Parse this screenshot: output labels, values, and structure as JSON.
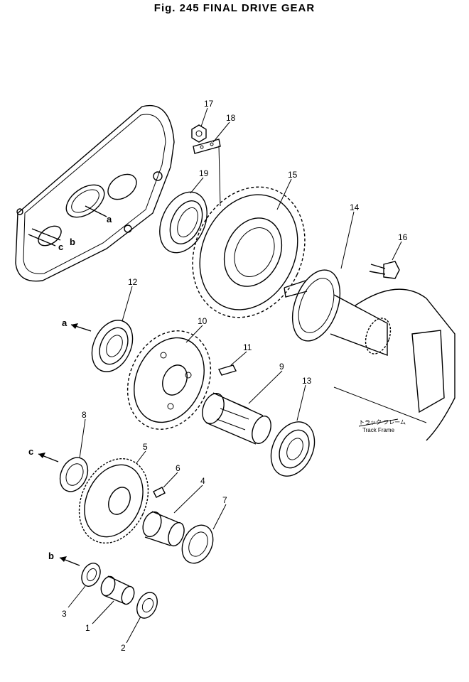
{
  "title": "Fig. 245   FINAL DRIVE GEAR",
  "part_numbers": [
    "1",
    "2",
    "3",
    "4",
    "5",
    "6",
    "7",
    "8",
    "9",
    "10",
    "11",
    "12",
    "13",
    "14",
    "15",
    "16",
    "17",
    "18",
    "19"
  ],
  "arrow_labels": {
    "a": "a",
    "b": "b",
    "c": "c"
  },
  "track_frame": {
    "jp": "トラック フレーム",
    "en": "Track Frame"
  }
}
